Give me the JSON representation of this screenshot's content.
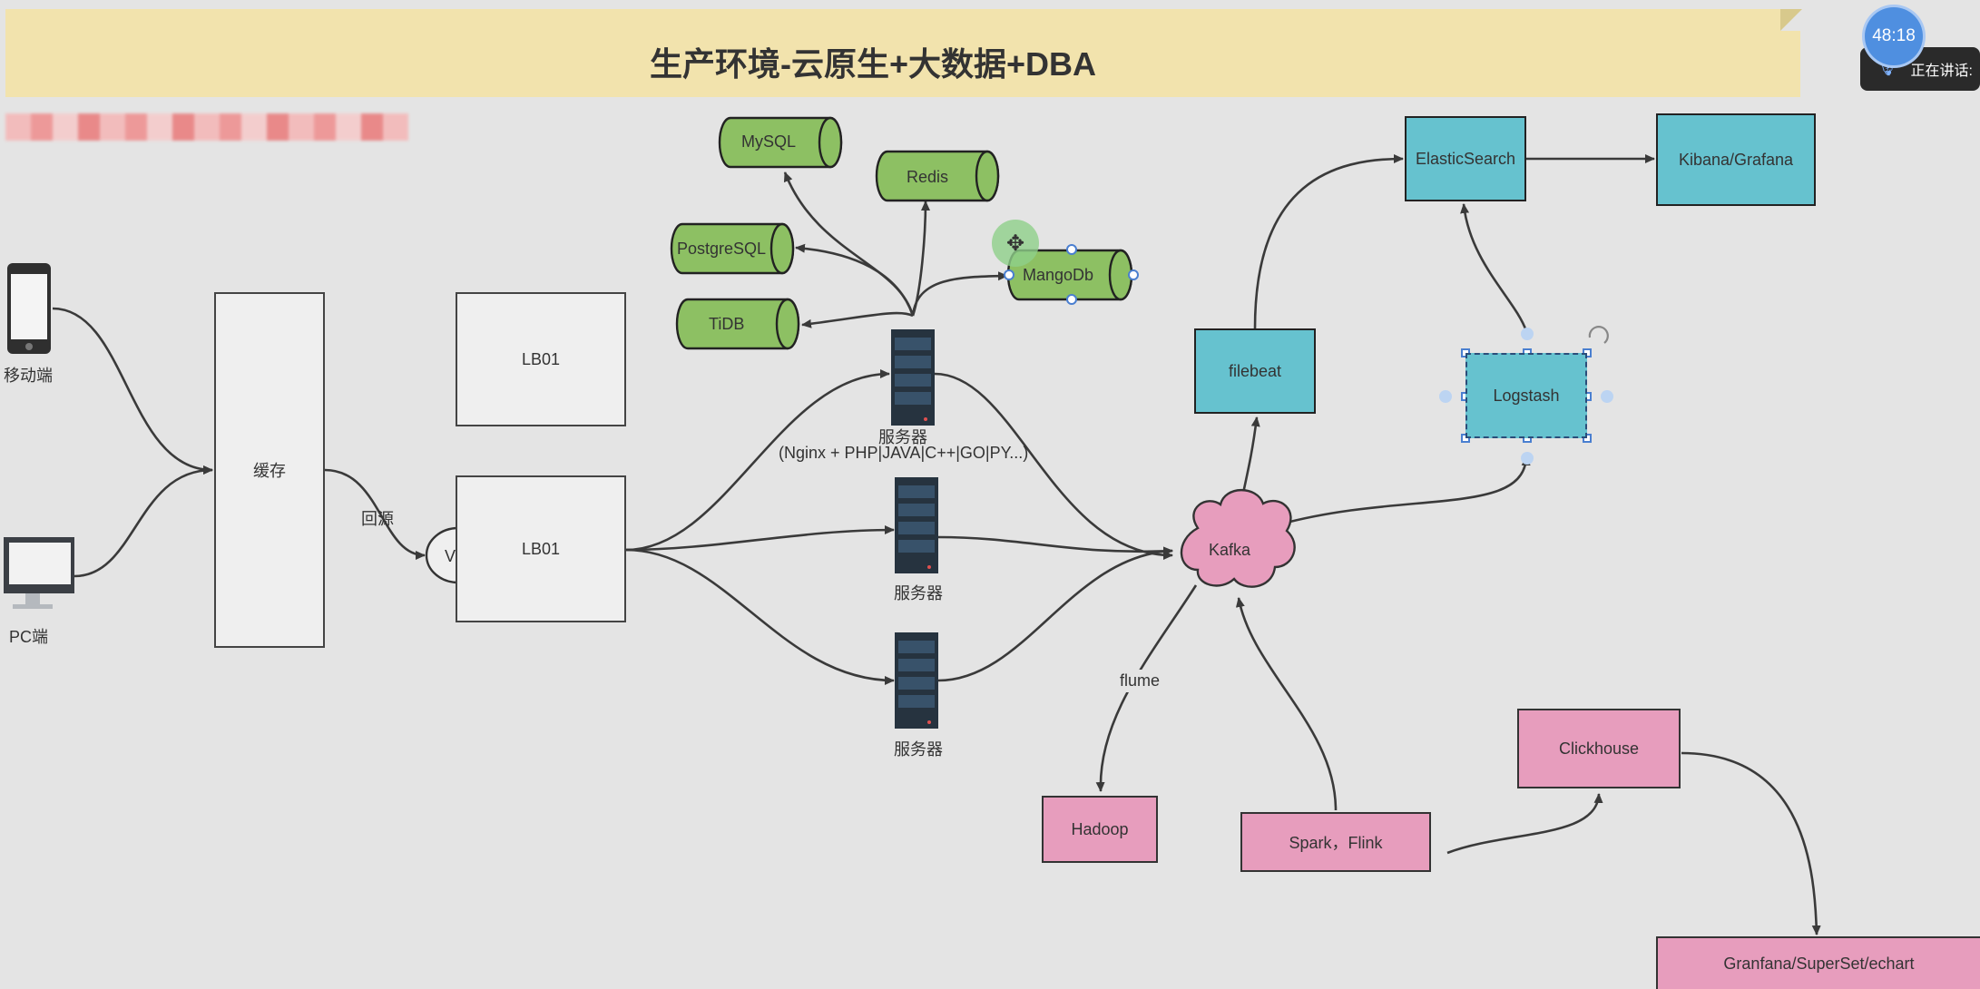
{
  "title": "生产环境-云原生+大数据+DBA",
  "nodes": {
    "mobile": "移动端",
    "pc": "PC端",
    "cache": "缓存",
    "origin": "回源",
    "vip": "VIP",
    "lb_top": "LB01",
    "lb_main": "LB01",
    "server1": "服务器",
    "server1_stack": "(Nginx + PHP|JAVA|C++|GO|PY...)",
    "server2": "服务器",
    "server3": "服务器",
    "mysql": "MySQL",
    "redis": "Redis",
    "postgresql": "PostgreSQL",
    "tidb": "TiDB",
    "mongodb": "MangoDb",
    "kafka": "Kafka",
    "filebeat": "filebeat",
    "elasticsearch": "ElasticSearch",
    "kibana": "Kibana/Grafana",
    "logstash": "Logstash",
    "flume": "flume",
    "hadoop": "Hadoop",
    "spark": "Spark，Flink",
    "clickhouse": "Clickhouse",
    "granfana": "Granfana/SuperSet/echart"
  },
  "overlay": {
    "timer": "48:18",
    "speaking": "正在讲话:"
  },
  "colors": {
    "banner": "#f2e3ad",
    "db_green": "#8dc063",
    "teal": "#66c2cf",
    "pink": "#e79dbd",
    "box_grey": "#efefef"
  }
}
